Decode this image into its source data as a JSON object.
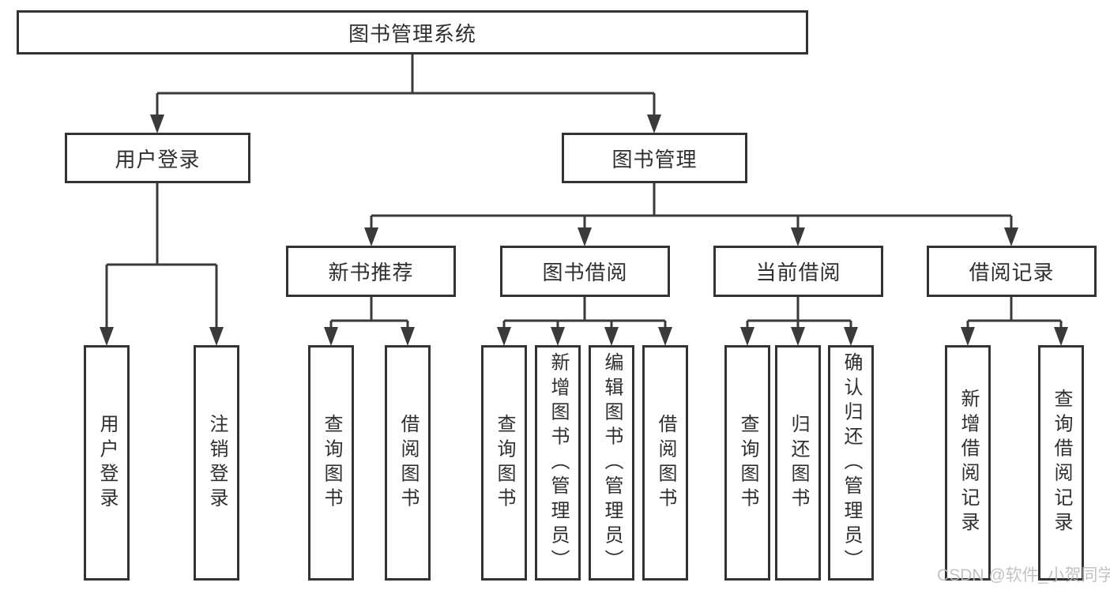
{
  "colors": {
    "line": "#3a3a3a",
    "box_border": "#333333",
    "text": "#2f2f2f",
    "watermark": "#bcbcbc",
    "background": "#ffffff"
  },
  "nodes": {
    "root": "图书管理系统",
    "user_login": "用户登录",
    "book_mgmt": "图书管理",
    "new_book_rec": "新书推荐",
    "book_borrow": "图书借阅",
    "current_borrow": "当前借阅",
    "borrow_record": "借阅记录",
    "ul_login": "用户登录",
    "ul_logout": "注销登录",
    "nb_query_book": "查询图书",
    "nb_borrow_book": "借阅图书",
    "bb_query_book": "查询图书",
    "bb_add_book": "新增图书（管理员）",
    "bb_edit_book": "编辑图书（管理员）",
    "bb_borrow_book": "借阅图书",
    "cb_query_book": "查询图书",
    "cb_return_book": "归还图书",
    "cb_confirm_return": "确认归还（管理员）",
    "br_add_record": "新增借阅记录",
    "br_query_record": "查询借阅记录"
  },
  "watermark": "CSDN @软件_小贺同学"
}
